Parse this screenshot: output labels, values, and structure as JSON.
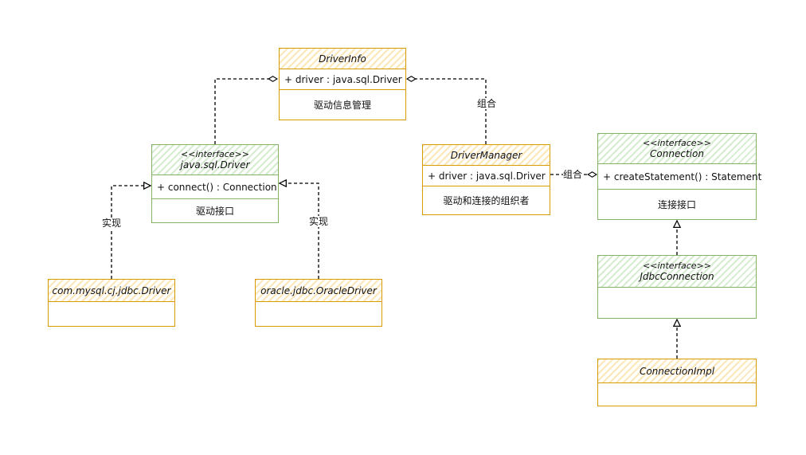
{
  "colors": {
    "orange_border": "#d79b00",
    "green_border": "#82b366",
    "line": "#000000"
  },
  "classes": {
    "driver_info": {
      "name": "DriverInfo",
      "attribute": "+ driver : java.sql.Driver",
      "note": "驱动信息管理"
    },
    "driver_manager": {
      "name": "DriverManager",
      "attribute": "+ driver : java.sql.Driver",
      "note": "驱动和连接的组织者"
    },
    "java_sql_driver": {
      "stereotype": "<<interface>>",
      "name": "java.sql.Driver",
      "method": "+ connect() : Connection",
      "note": "驱动接口"
    },
    "connection": {
      "stereotype": "<<interface>>",
      "name": "Connection",
      "method": "+ createStatement() : Statement",
      "note": "连接接口"
    },
    "mysql_driver": {
      "name": "com.mysql.cj.jdbc.Driver"
    },
    "oracle_driver": {
      "name": "oracle.jdbc.OracleDriver"
    },
    "jdbc_connection": {
      "stereotype": "<<interface>>",
      "name": "JdbcConnection"
    },
    "connection_impl": {
      "name": "ConnectionImpl"
    }
  },
  "labels": {
    "composition_top": "组合",
    "composition_mid": "组合",
    "implements_left": "实现",
    "implements_right": "实现"
  }
}
